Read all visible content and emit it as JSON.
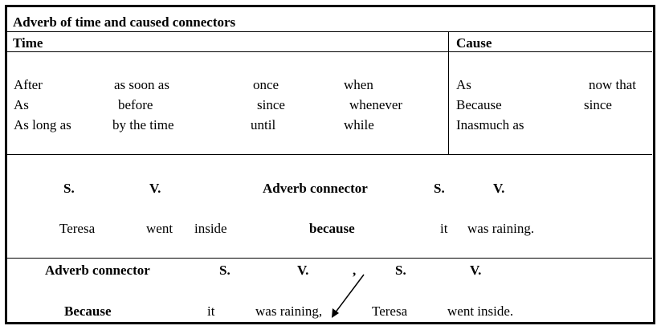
{
  "title": "Adverb of time and caused connectors",
  "headers": {
    "time": "Time",
    "cause": "Cause"
  },
  "time_words": {
    "r1": [
      "After",
      "as soon as",
      "once",
      "when"
    ],
    "r2": [
      "As",
      "before",
      "since",
      "whenever"
    ],
    "r3": [
      "As long as",
      "by the time",
      "until",
      "while"
    ]
  },
  "cause_words": {
    "r1": [
      "As",
      "now that"
    ],
    "r2": [
      "Because",
      "since"
    ],
    "r3": [
      "Inasmuch as"
    ]
  },
  "example1": {
    "labels": [
      "S.",
      "V.",
      "Adverb connector",
      "S.",
      "V."
    ],
    "sentence": [
      "Teresa",
      "went",
      "inside",
      "because",
      "it",
      "was raining."
    ]
  },
  "example2": {
    "labels": [
      "Adverb connector",
      "S.",
      "V.",
      ",",
      "S.",
      "V."
    ],
    "sentence": [
      "Because",
      "it",
      "was raining,",
      "Teresa",
      "went inside."
    ]
  }
}
